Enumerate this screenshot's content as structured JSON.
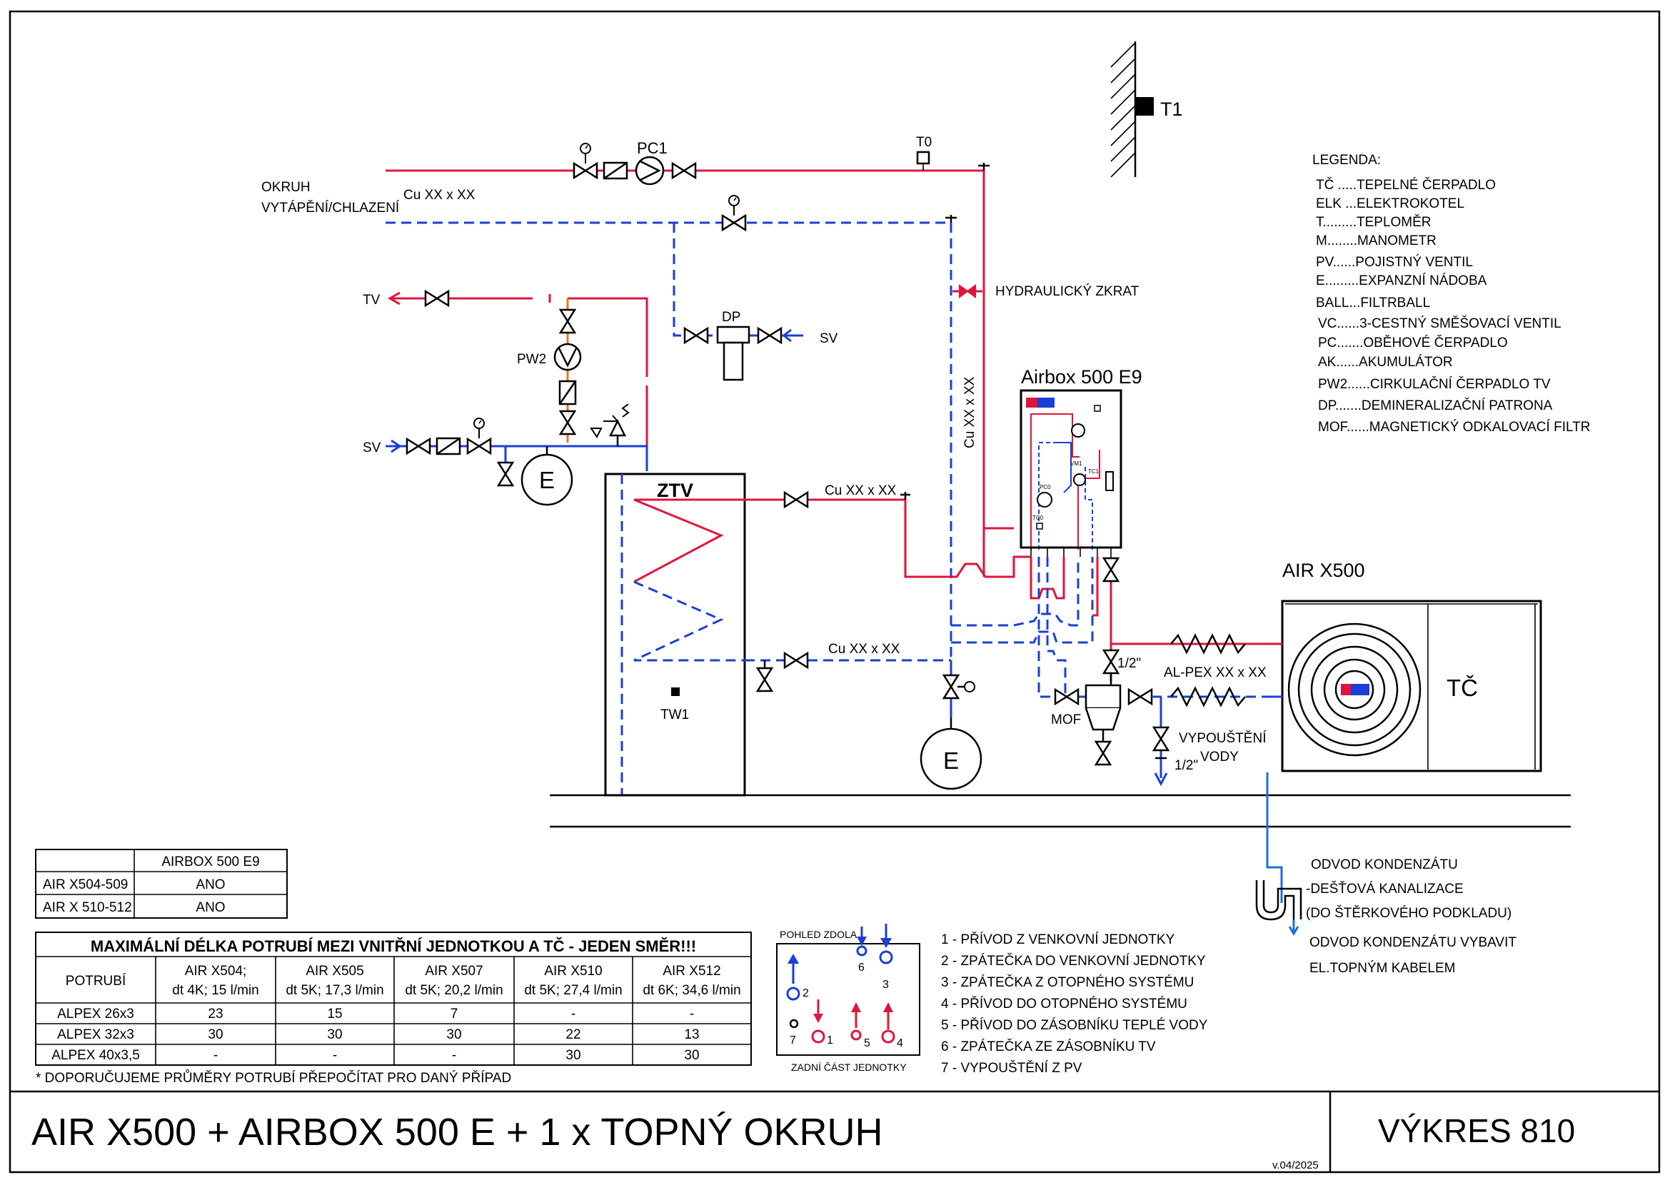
{
  "diagram": {
    "labels": {
      "t1": "T1",
      "t0": "T0",
      "pc1": "PC1",
      "okruh_line1": "OKRUH",
      "okruh_line2": "VYTÁPĚNÍ/CHLAZENÍ",
      "cu_top": "Cu XX x XX",
      "tv": "TV",
      "sv_top": "SV",
      "sv_left": "SV",
      "dp": "DP",
      "pw2": "PW2",
      "hydraulicky_zkrat": "HYDRAULICKÝ ZKRAT",
      "cu_vertical": "Cu XX x XX",
      "airbox_title": "Airbox 500 E9",
      "ztv": "ZTV",
      "cu_ztv_hot": "Cu XX x XX",
      "cu_ztv_cold": "Cu XX x XX",
      "tw1": "TW1",
      "e_left": "E",
      "e_bottom": "E",
      "air_x500": "AIR X500",
      "tc": "TČ",
      "half_inch_1": "1/2\"",
      "alpex": "AL-PEX XX x XX",
      "mof": "MOF",
      "vypousteni_line1": "VYPOUŠTĚNÍ",
      "vypousteni_line2": "VODY",
      "half_inch_2": "1/2\"",
      "pc0": "PC0",
      "tc1": "TC1",
      "vm1": "VM1",
      "tc0": "TC0"
    },
    "legend": {
      "title": "LEGENDA:",
      "items": [
        "TČ .....TEPELNÉ ČERPADLO",
        "ELK ...ELEKTROKOTEL",
        "T.........TEPLOMĚR",
        "M........MANOMETR",
        "PV......POJISTNÝ VENTIL",
        "E.........EXPANZNÍ NÁDOBA",
        "BALL...FILTRBALL",
        "VC......3-CESTNÝ SMĚŠOVACÍ VENTIL",
        "PC.......OBĚHOVÉ ČERPADLO",
        "AK......AKUMULÁTOR",
        "PW2......CIRKULAČNÍ ČERPADLO TV",
        "DP.......DEMINERALIZAČNÍ PATRONA",
        "MOF......MAGNETICKÝ ODKALOVACÍ FILTR"
      ]
    },
    "condensate": {
      "line1": "ODVOD KONDENZÁTU",
      "line2": "-DEŠŤOVÁ KANALIZACE",
      "line3": "(DO ŠTĚRKOVÉHO PODKLADU)",
      "line4": "ODVOD KONDENZÁTU VYBAVIT",
      "line5": "EL.TOPNÝM KABELEM"
    },
    "connections": {
      "view_label": "POHLED ZDOLA",
      "back_label": "ZADNÍ ČÁST JEDNOTKY",
      "numbers": [
        "2",
        "6",
        "3",
        "7",
        "1",
        "5",
        "4"
      ],
      "items": [
        "1 - PŘÍVOD Z VENKOVNÍ JEDNOTKY",
        "2 - ZPÁTEČKA DO VENKOVNÍ JEDNOTKY",
        "3 - ZPÁTEČKA Z OTOPNÉHO SYSTÉMU",
        "4 - PŘÍVOD DO OTOPNÉHO SYSTÉMU",
        "5 - PŘÍVOD DO ZÁSOBNÍKU TEPLÉ VODY",
        "6 - ZPÁTEČKA ZE ZÁSOBNÍKU TV",
        "7 - VYPOUŠTĚNÍ Z PV"
      ]
    }
  },
  "compat_table": {
    "header": [
      "",
      "AIRBOX 500 E9"
    ],
    "rows": [
      [
        "AIR X504-509",
        "ANO"
      ],
      [
        "AIR X 510-512",
        "ANO"
      ]
    ]
  },
  "pipe_table": {
    "title": "MAXIMÁLNÍ DÉLKA POTRUBÍ MEZI VNITŘNÍ JEDNOTKOU A TČ - JEDEN SMĚR!!!",
    "col0": "POTRUBÍ",
    "columns": [
      {
        "model": "AIR X504;",
        "sub": "dt 4K; 15 l/min"
      },
      {
        "model": "AIR X505",
        "sub": "dt 5K; 17,3 l/min"
      },
      {
        "model": "AIR X507",
        "sub": "dt 5K; 20,2 l/min"
      },
      {
        "model": "AIR X510",
        "sub": "dt 5K; 27,4 l/min"
      },
      {
        "model": "AIR X512",
        "sub": "dt 6K; 34,6 l/min"
      }
    ],
    "rows": [
      {
        "name": "ALPEX 26x3",
        "values": [
          "23",
          "15",
          "7",
          "-",
          "-"
        ]
      },
      {
        "name": "ALPEX 32x3",
        "values": [
          "30",
          "30",
          "30",
          "22",
          "13"
        ]
      },
      {
        "name": "ALPEX 40x3,5",
        "values": [
          "-",
          "-",
          "-",
          "30",
          "30"
        ]
      }
    ],
    "footnote": "* DOPORUČUJEME PRŮMĚRY POTRUBÍ PŘEPOČÍTAT PRO DANÝ PŘÍPAD"
  },
  "title_block": {
    "title": "AIR X500 + AIRBOX 500 E + 1 x TOPNÝ OKRUH",
    "drawing": "VÝKRES 810",
    "version": "v.04/2025"
  },
  "colors": {
    "heating": "#e0143c",
    "cooling": "#1a3fd6",
    "condensate": "#1e6fd8",
    "border": "#000000"
  },
  "icons": [
    "valve-icon",
    "pump-icon",
    "filter-icon",
    "expansion-tank-icon",
    "safety-valve-icon",
    "manometer-icon",
    "thermometer-icon",
    "heat-pump-fan-icon",
    "siphon-icon"
  ]
}
